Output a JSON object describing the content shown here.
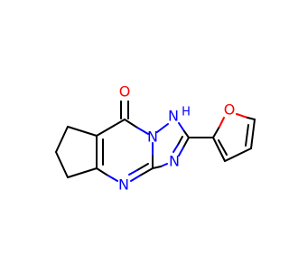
{
  "molecule": {
    "colors": {
      "bond": "#000000",
      "nitrogen": "#0000FF",
      "oxygen": "#FF0000"
    },
    "atom_labels": {
      "carbonyl_o": "O",
      "nh": "N",
      "nh_h": "H",
      "n_triazole": "N",
      "n_pyrimidine": "N",
      "n_bridgehead": "N",
      "furan_o": "O"
    }
  }
}
